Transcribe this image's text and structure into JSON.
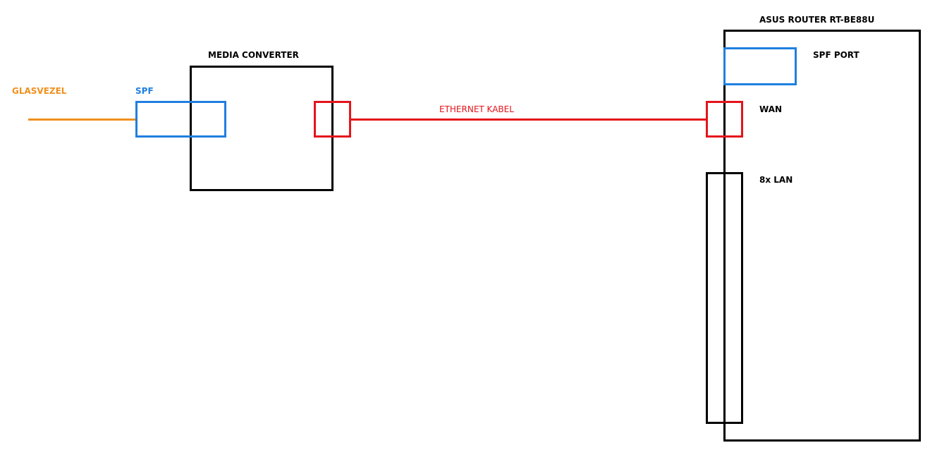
{
  "labels": {
    "glasvezel": "GLASVEZEL",
    "spf": "SPF",
    "media_converter": "MEDIA CONVERTER",
    "ethernet_kabel": "ETHERNET KABEL",
    "router_title": "ASUS ROUTER RT-BE88U",
    "spf_port": "SPF PORT",
    "wan": "WAN",
    "lan": "8x LAN"
  },
  "colors": {
    "fiber": "#f0901e",
    "sfp": "#1f7fe0",
    "ethernet": "#e5141b",
    "device": "#000000"
  }
}
